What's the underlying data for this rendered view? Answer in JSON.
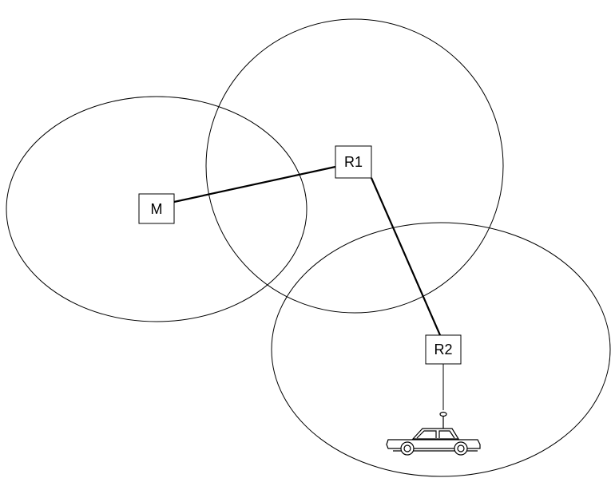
{
  "nodes": {
    "m": {
      "label": "M"
    },
    "r1": {
      "label": "R1"
    },
    "r2": {
      "label": "R2"
    }
  },
  "icons": {
    "vehicle": "car-icon",
    "antenna": "antenna-icon"
  },
  "colors": {
    "stroke": "#000000",
    "background": "#ffffff"
  }
}
